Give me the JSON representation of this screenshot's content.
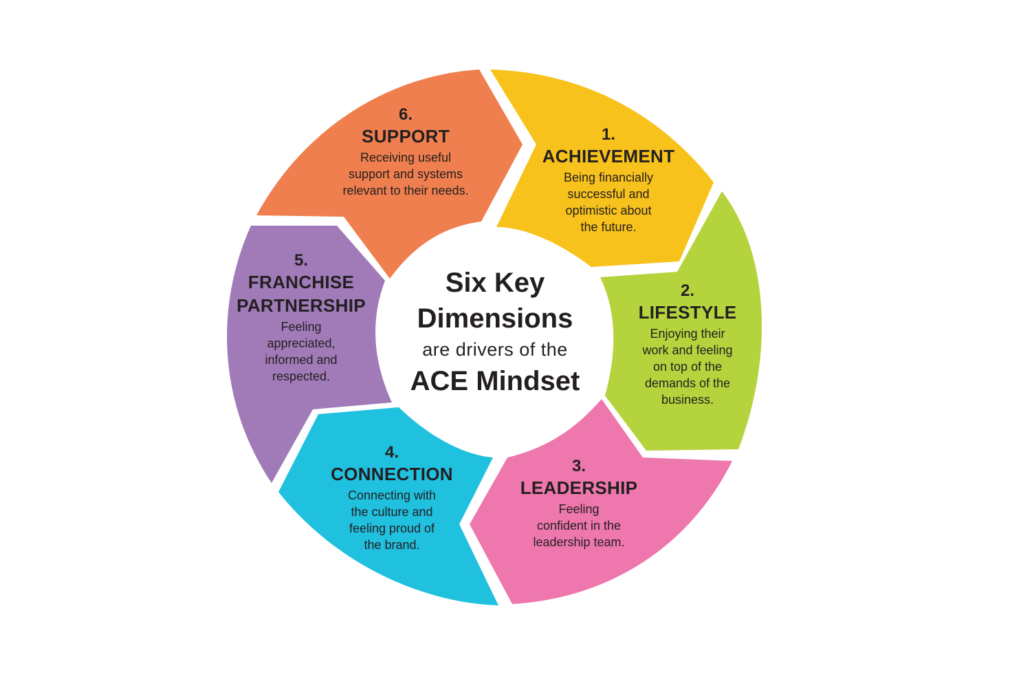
{
  "center": {
    "line1": "Six Key",
    "line2": "Dimensions",
    "line3": "are drivers of the",
    "line4": "ACE Mindset"
  },
  "segments": [
    {
      "number": "1.",
      "title": "ACHIEVEMENT",
      "description": [
        "Being financially",
        "successful and",
        "optimistic about",
        "the future."
      ],
      "color": "#f8c21c"
    },
    {
      "number": "2.",
      "title": "LIFESTYLE",
      "description": [
        "Enjoying their",
        "work and feeling",
        "on top of the",
        "demands of the",
        "business."
      ],
      "color": "#b5d33d"
    },
    {
      "number": "3.",
      "title": "LEADERSHIP",
      "description": [
        "Feeling",
        "confident in the",
        "leadership team."
      ],
      "color": "#ee77ad"
    },
    {
      "number": "4.",
      "title": "CONNECTION",
      "description": [
        "Connecting with",
        "the culture and",
        "feeling proud of",
        "the brand."
      ],
      "color": "#20c0df"
    },
    {
      "number": "5.",
      "title": [
        "FRANCHISE",
        "PARTNERSHIP"
      ],
      "description": [
        "Feeling",
        "appreciated,",
        "informed and",
        "respected."
      ],
      "color": "#a07bb8"
    },
    {
      "number": "6.",
      "title": "SUPPORT",
      "description": [
        "Receiving useful",
        "support and systems",
        "relevant to their needs."
      ],
      "color": "#ef7f4f"
    }
  ]
}
